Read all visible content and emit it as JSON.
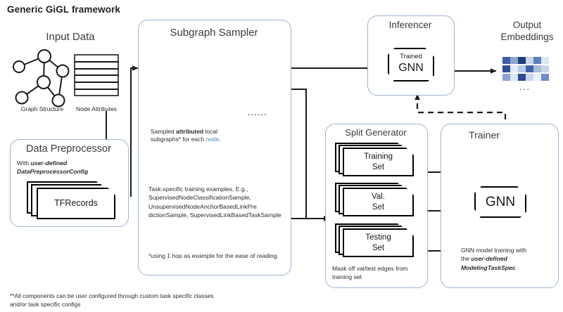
{
  "title": "Generic GiGL framework",
  "sections": {
    "input_data": {
      "label": "Input Data",
      "graph_caption": "Graph Structure",
      "attrs_caption": "Node Attributes"
    },
    "data_preprocessor": {
      "label": "Data Preprocessor",
      "subtitle_prefix": "With ",
      "subtitle_bold": "user-defined",
      "subtitle_line2": "DataPreprocessorConfig",
      "artifact_label": "TFRecords"
    },
    "subgraph_sampler": {
      "label": "Subgraph Sampler",
      "ellipsis": "......",
      "caption_line1_a": "Sampled ",
      "caption_line1_b": "attributed",
      "caption_line1_c": " local",
      "caption_line2_a": "subgraphs* for each ",
      "caption_line2_b": "node",
      "caption_line2_c": ".",
      "examples_text": "Task-specific training examples, E.g., SupervisedNodeClassificationSample, UnsupervisedNodeAnchorBasedLinkPre dictionSample, SupervisedLinkBasedTaskSample",
      "footnote": "*using 1 hop as example for the ease of reading."
    },
    "split_generator": {
      "label": "Split Generator",
      "sets": [
        "Training\nSet",
        "Val.\nSet",
        "Testing\nSet"
      ],
      "set_labels": [
        {
          "line1": "Training",
          "line2": "Set"
        },
        {
          "line1": "Val.",
          "line2": "Set"
        },
        {
          "line1": "Testing",
          "line2": "Set"
        }
      ],
      "caption": "Mask off val/test edges from training set"
    },
    "trainer": {
      "label": "Trainer",
      "model_label": "GNN",
      "caption_line1": "GNN model training with",
      "caption_line2_a": "the ",
      "caption_line2_b": "user-defined",
      "caption_line3": "ModelingTaskSpec"
    },
    "inferencer": {
      "label": "Inferencer",
      "model_label_top": "Trained",
      "model_label_bottom": "GNN"
    },
    "output_embeddings": {
      "label_line1": "Output",
      "label_line2": "Embeddings",
      "ellipsis": "...",
      "rows": [
        [
          "#3a5fa8",
          "#8ba5cf",
          "#1f3f7a",
          "#c8d5ea",
          "#5c7fbb",
          "#dde5f2"
        ],
        [
          "#2f4f96",
          "#e3eaf5",
          "#b9c9e3",
          "#3e64ab",
          "#aabed9",
          "#c9d6ea"
        ],
        [
          "#8ba5cf",
          "#dde5f2",
          "#2a4a8f",
          "#c8d5ea",
          "#eef2f8",
          "#6f8fc6"
        ]
      ]
    }
  },
  "footnote": "**All components can be user configured through custom task specific classes and/or task specific configs",
  "colors": {
    "box_border": "#9fb4d2",
    "node_blue": "#89a7d8",
    "accent_text_blue": "#4a7ebb",
    "line": "#1a1a1a"
  }
}
